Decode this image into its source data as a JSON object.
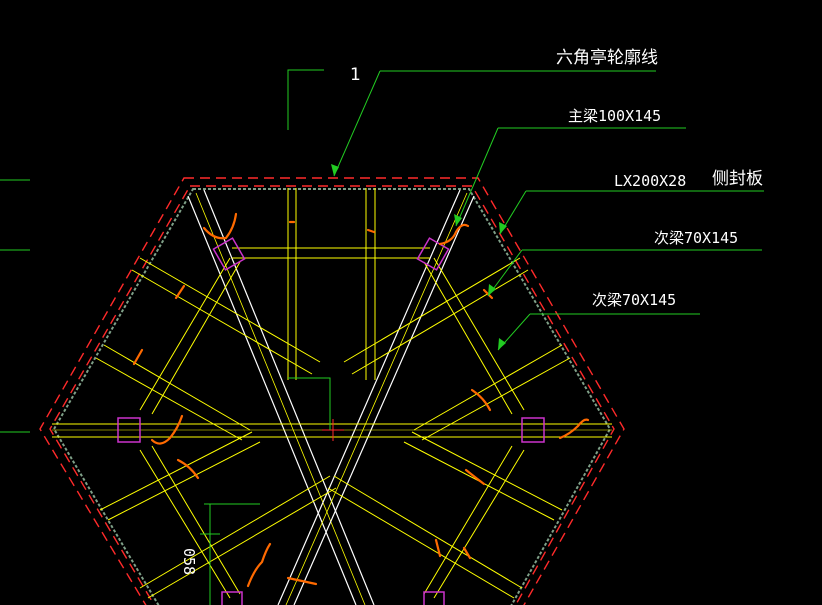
{
  "labels": {
    "section_mark": "1",
    "outline": "六角亭轮廓线",
    "main_beam": "主梁100X145",
    "lx": "LX200X28",
    "side_board": "侧封板",
    "secondary_beam_1": "次梁70X145",
    "secondary_beam_2": "次梁70X145",
    "dim_text": "058"
  },
  "colors": {
    "background": "#000000",
    "beam": "#ffff00",
    "frame": "#ffffff",
    "outline_dashed": "#ff2a2a",
    "leader": "#22cc22",
    "rebar": "#ff6a00",
    "connector": "#cc33cc",
    "hatch": "#9a8f60"
  }
}
